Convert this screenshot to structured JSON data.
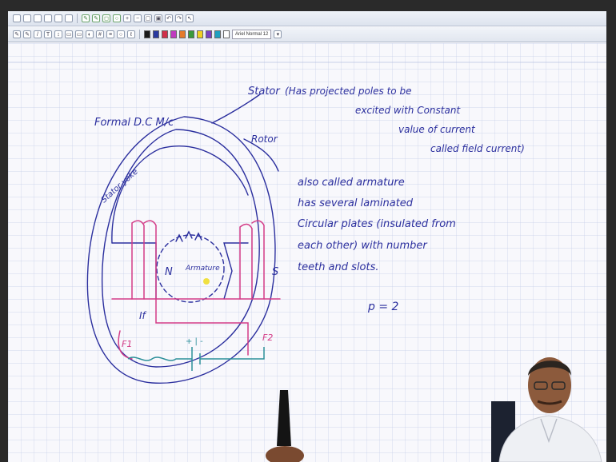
{
  "app": {
    "toolbar_text": "Ariel Normal 12",
    "colors": {
      "ink_blue": "#2b2f9e",
      "ink_pink": "#d33b86",
      "ink_teal": "#2c8f9a",
      "grid": "#c5cde8",
      "highlight": "#f0e040"
    },
    "palette": [
      "#1a1a1a",
      "#2a3aa0",
      "#d0304a",
      "#c03ac0",
      "#e67a2a",
      "#3a9a3a",
      "#f0d020",
      "#7a40c0",
      "#20a0c0",
      "#ffffff"
    ]
  },
  "notes": {
    "title": "Formal D.C M/c",
    "stator_label": "Stator",
    "stator_note": [
      "(Has projected poles to be",
      "excited with Constant",
      "value of current",
      "called field current)"
    ],
    "stator_yoke": "Stator yoke",
    "rotor_label": "Rotor",
    "rotor_note": [
      "also called armature",
      "has several laminated",
      "Circular plates (insulated from",
      "each other) with number",
      "teeth and slots."
    ],
    "pole_n": "N",
    "pole_s": "S",
    "armature": "Armature",
    "field_current": "If",
    "f1": "F1",
    "f2": "F2",
    "battery": "+ | -",
    "pole_count": "p = 2"
  }
}
